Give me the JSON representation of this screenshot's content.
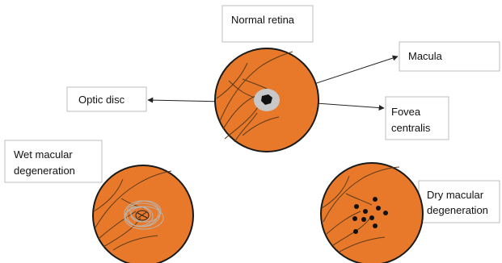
{
  "labels": {
    "normal_retina": "Normal retina",
    "macula": "Macula",
    "optic_disc": "Optic disc",
    "fovea_line1": "Fovea",
    "fovea_line2": "centralis",
    "wet_line1": "Wet macular",
    "wet_line2": "degeneration",
    "dry_line1": "Dry macular",
    "dry_line2": "degeneration"
  },
  "colors": {
    "retina_fill": "#e8792a",
    "retina_outline": "#1a1a1a",
    "vessel": "#5a3a1c",
    "disc_fill": "#c8c8c8",
    "spot": "#111111",
    "box_border": "#bdbdbd",
    "arrow": "#222222"
  }
}
